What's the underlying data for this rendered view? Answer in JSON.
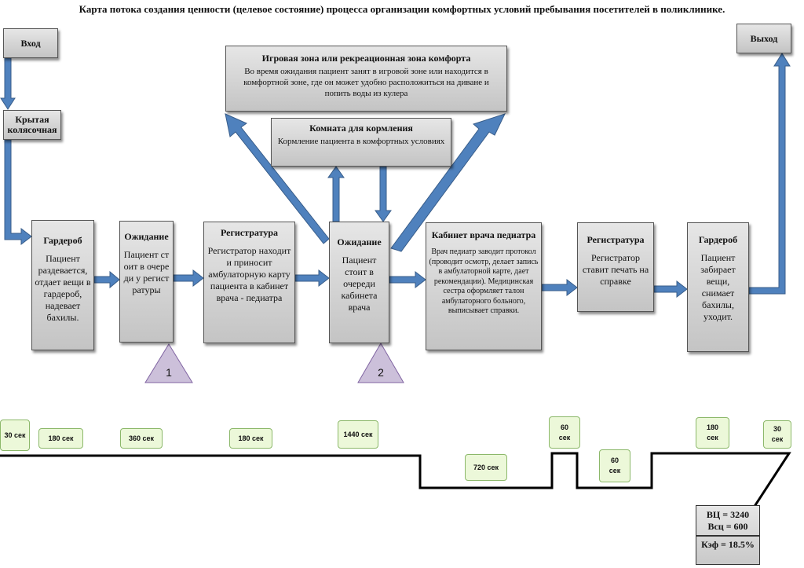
{
  "title": "Карта потока создания ценности (целевое состояние) процесса организации комфортных условий пребывания посетителей в поликлинике.",
  "entry": "Вход",
  "exit": "Выход",
  "stroller": "Крытая колясочная",
  "play_zone": {
    "title": "Игровая зона или рекреационная зона комфорта",
    "text": "Во время ожидания пациент занят в игровой зоне или находится в комфортной зоне, где он может удобно расположиться на диване и попить воды из кулера"
  },
  "feeding_room": {
    "title": "Комната для кормления",
    "text": "Кормление пациента в комфортных условиях"
  },
  "steps": [
    {
      "title": "Гардероб",
      "text": "Пациент раздевается, отдает вещи в гардероб, надевает бахилы."
    },
    {
      "title": "Ожидание",
      "text": "Пациент стоит в очереди у регистратуры"
    },
    {
      "title": "Регистратура",
      "text": "Регистратор находит и приносит амбулаторную карту пациента в кабинет врача - педиатра"
    },
    {
      "title": "Ожидание",
      "text": "Пациент стоит в очереди кабинета врача"
    },
    {
      "title": "Кабинет врача педиатра",
      "text": "Врач педиатр заводит протокол (проводит осмотр, делает запись в амбулаторной карте, дает рекомендации). Медицинская сестра оформляет талон амбулаторного больного, выписывает справки."
    },
    {
      "title": "Регистратура",
      "text": "Регистратор ставит печать на справке"
    },
    {
      "title": "Гардероб",
      "text": "Пациент забирает вещи, снимает бахилы, уходит."
    }
  ],
  "triangles": [
    "1",
    "2"
  ],
  "times": [
    "30 сек",
    "180 сек",
    "360 сек",
    "180 сек",
    "1440 сек",
    "720 сек",
    "60 сек",
    "60 сек",
    "180 сек",
    "30 сек"
  ],
  "kpi": {
    "vc": "ВЦ = 3240",
    "vsc": "Всц = 600",
    "kef": "Кэф = 18.5%"
  },
  "colors": {
    "arrow_fill": "#4f81bd",
    "arrow_stroke": "#385d8a",
    "box_fill": "#d4d4d4",
    "time_fill": "#ecf8d9",
    "triangle_fill": "#ccc0da"
  }
}
